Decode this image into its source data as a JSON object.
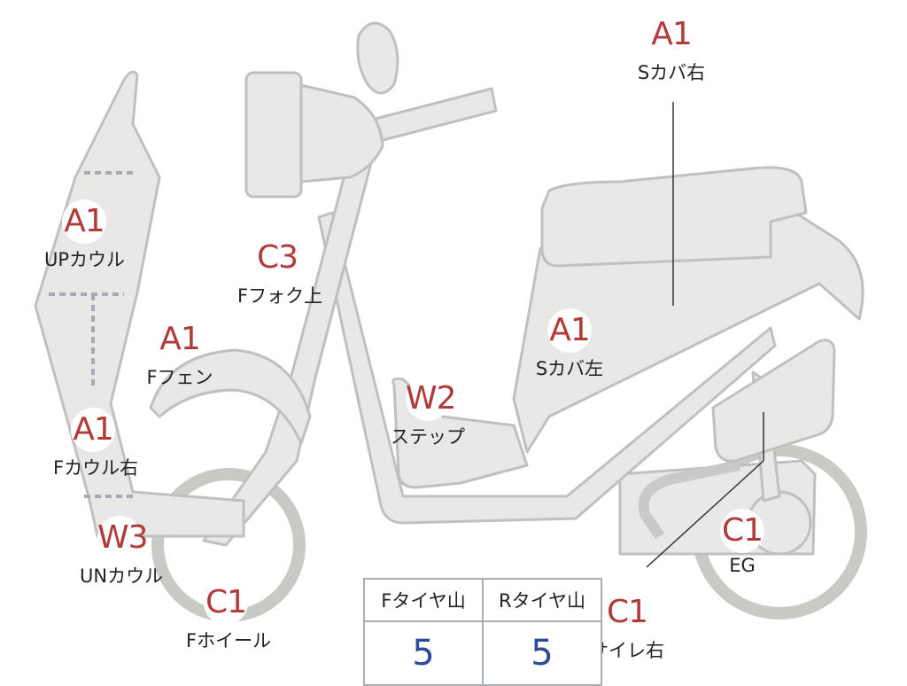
{
  "colors": {
    "body_fill": "#e8e8e6",
    "body_stroke": "#bfc1be",
    "grade_text": "#b23a3a",
    "label_text": "#222222",
    "table_value": "#2a4d9b",
    "table_border": "#a9aeb3"
  },
  "markers": {
    "s_cover_right": {
      "grade": "A1",
      "label": "Sカバ右"
    },
    "up_cowl": {
      "grade": "A1",
      "label": "UPカウル"
    },
    "f_fork_upper": {
      "grade": "C3",
      "label": "Fフォク上"
    },
    "f_fender": {
      "grade": "A1",
      "label": "Fフェン"
    },
    "s_cover_left": {
      "grade": "A1",
      "label": "Sカバ左"
    },
    "step": {
      "grade": "W2",
      "label": "ステップ"
    },
    "f_cowl_right": {
      "grade": "A1",
      "label": "Fカウル右"
    },
    "un_cowl": {
      "grade": "W3",
      "label": "UNカウル"
    },
    "f_wheel": {
      "grade": "C1",
      "label": "Fホイール"
    },
    "engine": {
      "grade": "C1",
      "label": "EG"
    },
    "muffler_right": {
      "grade": "C1",
      "label": "サイレ右"
    }
  },
  "tire_table": {
    "front_header": "Fタイヤ山",
    "rear_header": "Rタイヤ山",
    "front_value": "5",
    "rear_value": "5"
  }
}
